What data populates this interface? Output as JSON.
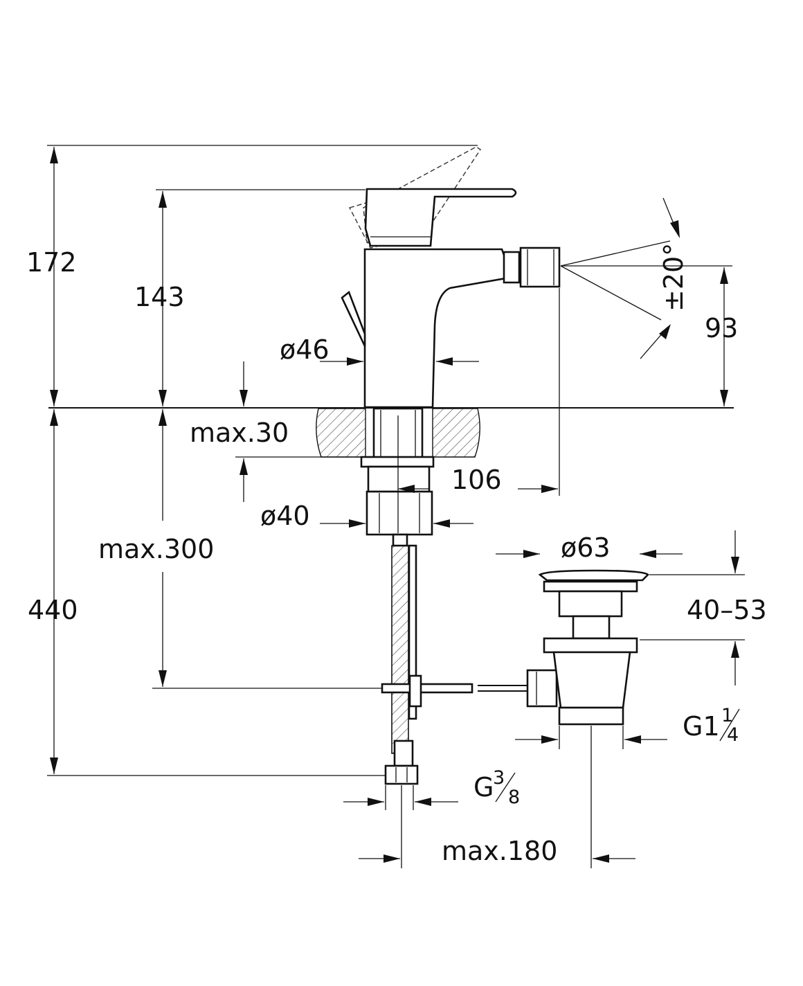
{
  "labels": {
    "height_total": "172",
    "height_lever": "143",
    "height_spout": "93",
    "angle": "±20°",
    "body_diameter": "ø46",
    "deck_thickness": "max.30",
    "spout_reach": "106",
    "shank_diameter": "ø40",
    "hose_max": "max.300",
    "hose_length": "440",
    "waste_diameter": "ø63",
    "waste_range": "40–53",
    "waste_thread": {
      "main": "G1",
      "num": "1",
      "den": "4"
    },
    "inlet_thread": {
      "main": "G",
      "num": "3",
      "den": "8"
    },
    "waste_distance": "max.180"
  },
  "colors": {
    "line": "#111111",
    "hatch": "#555555",
    "background": "#ffffff"
  }
}
